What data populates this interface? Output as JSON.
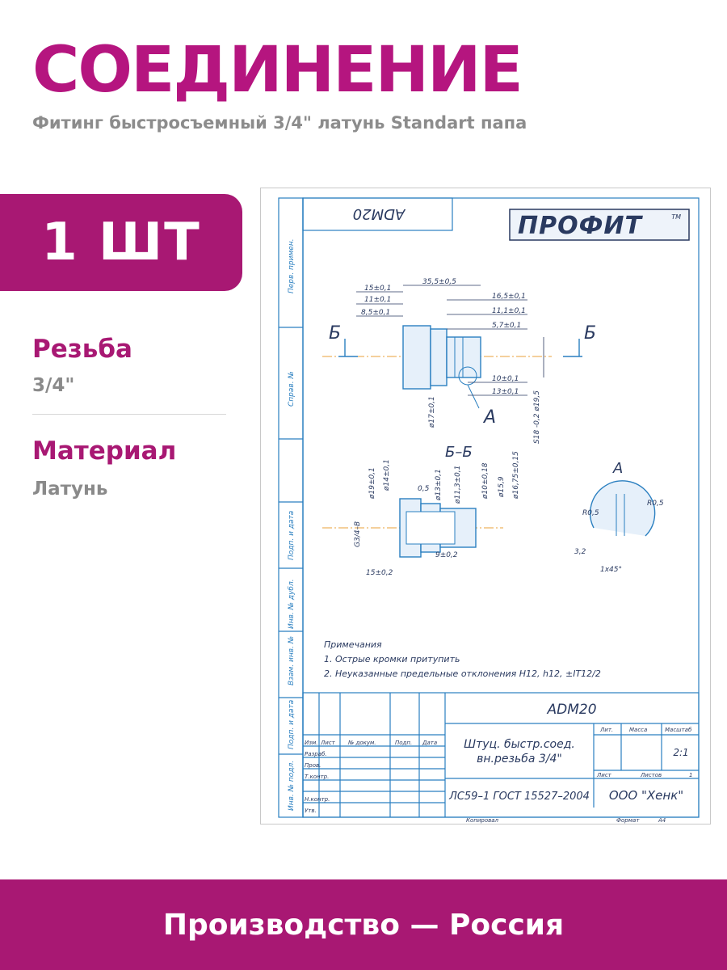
{
  "header": {
    "title": "СОЕДИНЕНИЕ",
    "subtitle": "Фитинг быстросъемный 3/4\" латунь Standart папа"
  },
  "badge": {
    "quantity": "1 ШТ"
  },
  "specs": [
    {
      "label": "Резьба",
      "value": "3/4\""
    },
    {
      "label": "Материал",
      "value": "Латунь"
    }
  ],
  "drawing": {
    "brand": "ПРОФИТ",
    "brand_mark": "TM",
    "code_top": "ADM20",
    "code": "ADM20",
    "section_label": "Б–Б",
    "section_mark": "Б",
    "detail_label": "А",
    "side_labels": [
      "Перв. примен.",
      "Справ. №",
      "Подп. и дата",
      "Инв. № дубл.",
      "Взам. инв. №",
      "Подп. и дата",
      "Инв. № подл."
    ],
    "dimensions_top": [
      "15±0,1",
      "11±0,1",
      "8,5±0,1",
      "35,5±0,5",
      "16,5±0,1",
      "11,1±0,1",
      "5,7±0,1",
      "10±0,1",
      "13±0,1",
      "ø17±0,1",
      "S18 -0,2 ø19,5"
    ],
    "dimensions_section": [
      "G3/4–B",
      "ø19±0,1",
      "ø14±0,1",
      "0,5",
      "ø13±0,1",
      "ø11,3±0,1",
      "ø10±0,18",
      "ø15,9",
      "ø16,75±0,15",
      "9±0,2",
      "15±0,2"
    ],
    "dimensions_detail": [
      "R0,5",
      "R0,5",
      "3,2",
      "1х45°"
    ],
    "notes_title": "Примечания",
    "notes": [
      "1. Острые кромки притупить",
      "2. Неуказанные предельные отклонения H12, h12, ±IT12/2"
    ],
    "titleblock": {
      "headers": [
        "Изм.",
        "Лист",
        "№ докум.",
        "Подп.",
        "Дата"
      ],
      "rows": [
        "Разраб.",
        "Пров.",
        "Т.контр.",
        "Н.контр.",
        "Утв."
      ],
      "part_name_1": "Штуц. быстр.соед.",
      "part_name_2": "вн.резьба 3/4\"",
      "material": "ЛС59–1 ГОСТ 15527–2004",
      "company": "ООО \"Хенк\"",
      "lit": "Лит.",
      "mass": "Масса",
      "scale_label": "Масштаб",
      "scale": "2:1",
      "sheet": "Лист",
      "sheets": "Листов",
      "sheets_count": "1",
      "copied": "Копировал",
      "format_label": "Формат",
      "format": "А4"
    }
  },
  "footer": {
    "text": "Производство — Россия"
  },
  "colors": {
    "accent": "#a81873",
    "title": "#b5157f",
    "line": "#2a7fc0",
    "muted": "#8c8c8c"
  }
}
